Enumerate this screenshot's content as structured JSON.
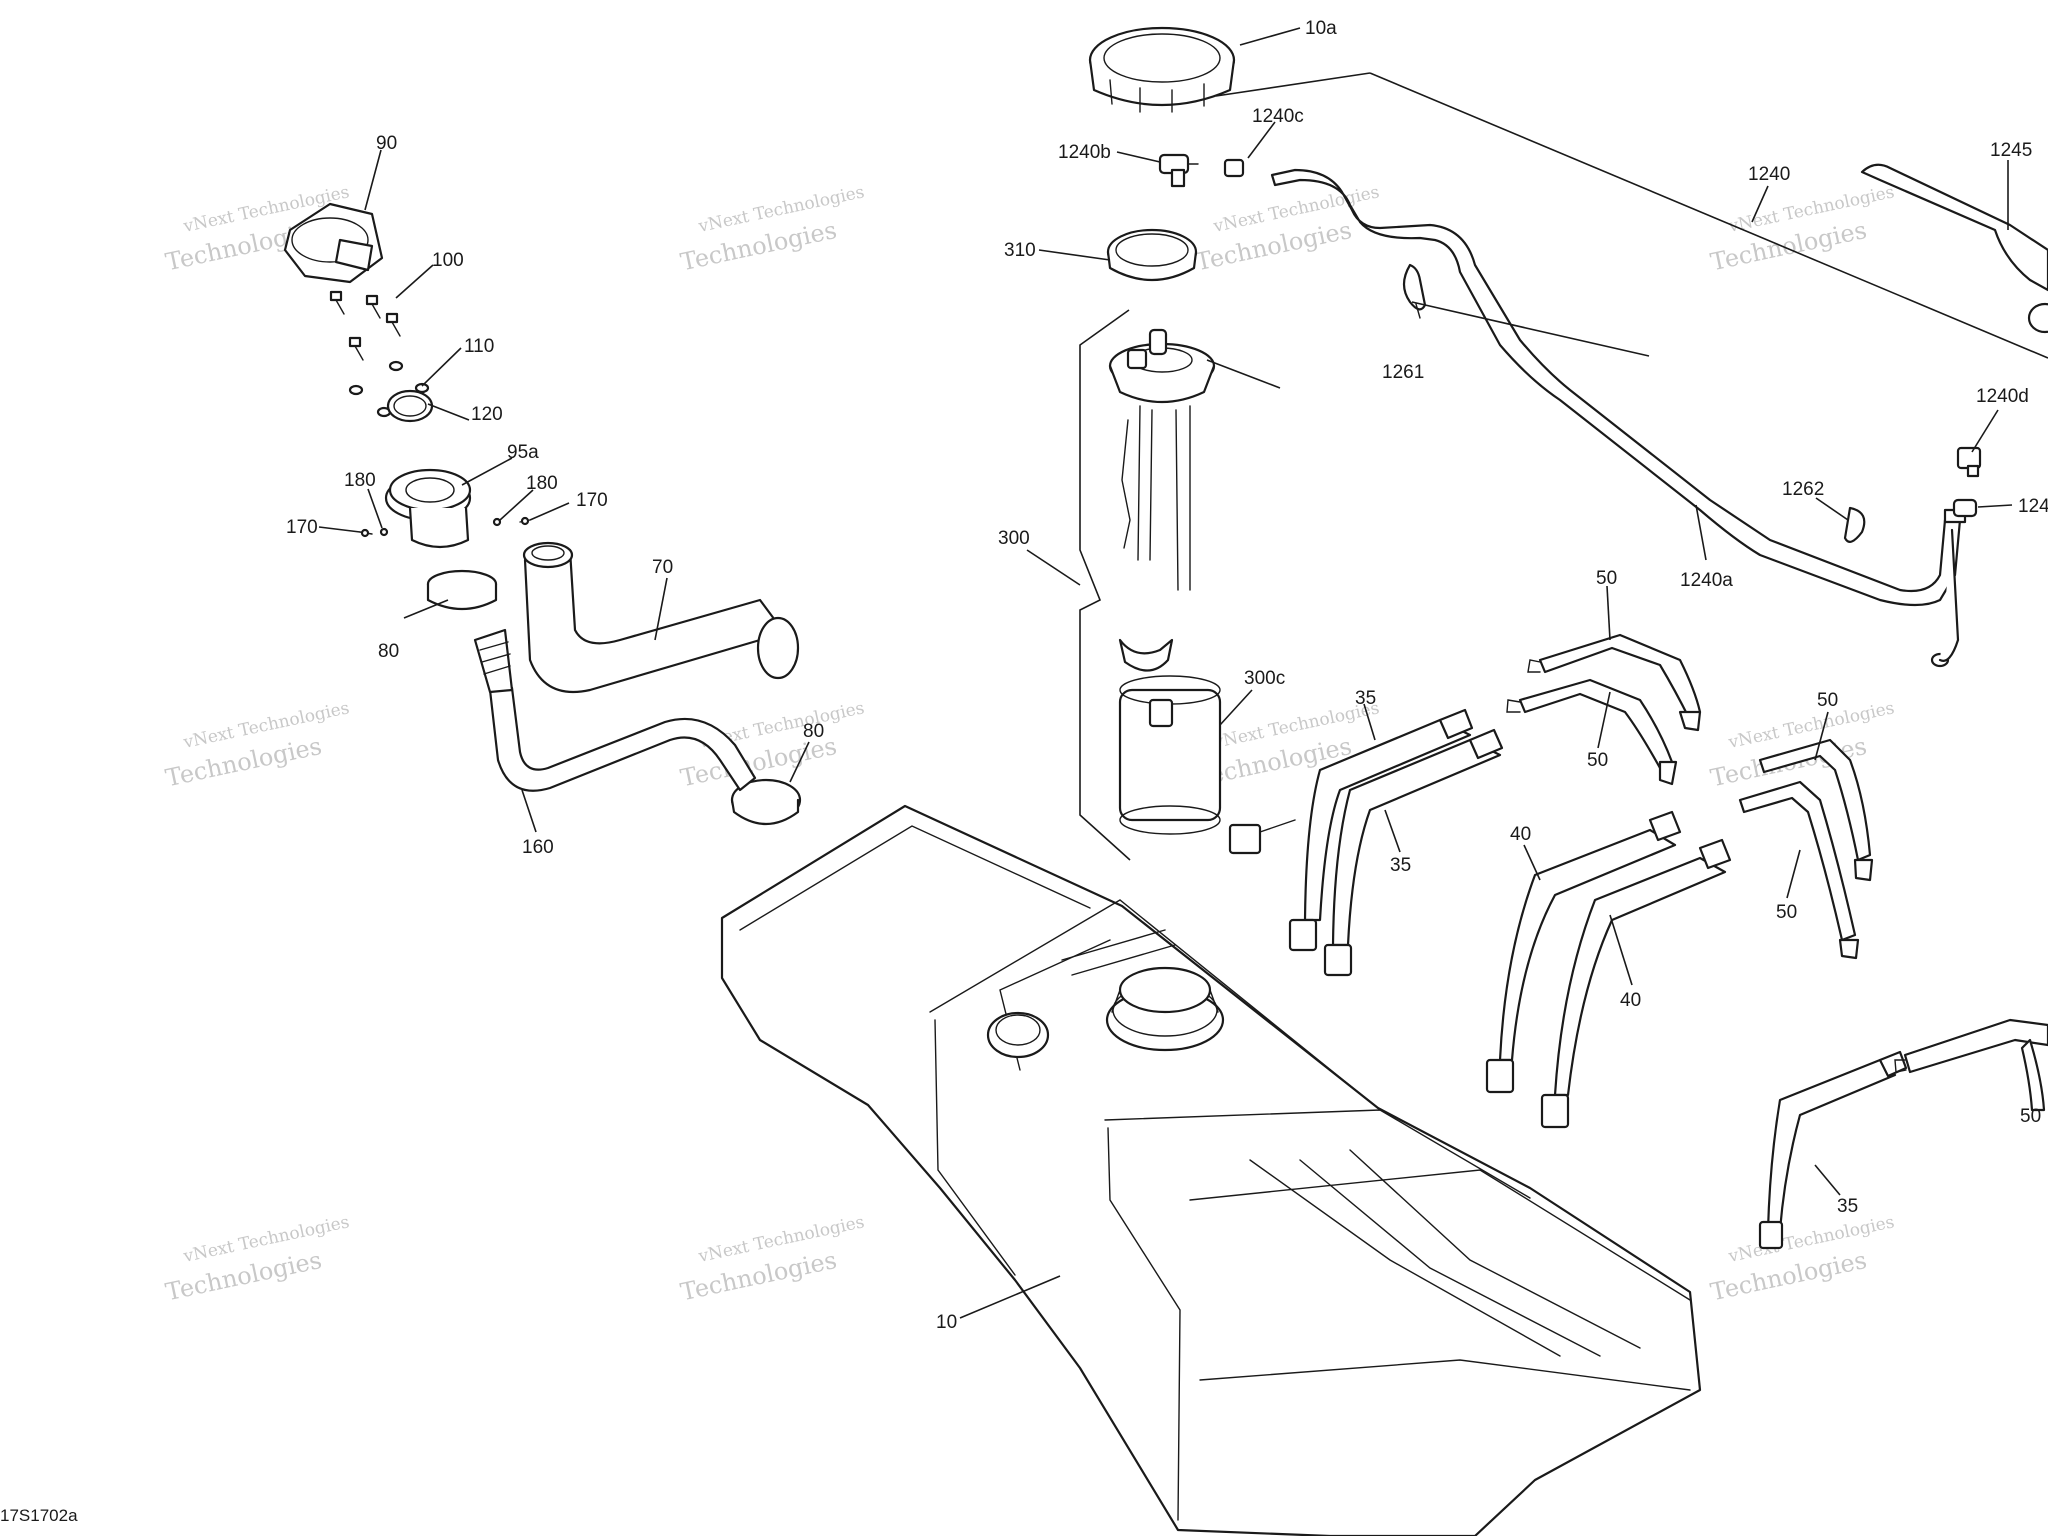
{
  "diagram": {
    "reference_code": "17S1702a",
    "watermark": {
      "line1": "vNext Technologies",
      "line2": "Technologies"
    },
    "callouts": {
      "c10a": "10a",
      "c1240c": "1240c",
      "c1240b": "1240b",
      "c1245": "1245",
      "c1240": "1240",
      "c310": "310",
      "c1261": "1261",
      "c1240d": "1240d",
      "c124x": "124",
      "c1262": "1262",
      "c1240a": "1240a",
      "c300": "300",
      "c300c": "300c",
      "c90": "90",
      "c100": "100",
      "c110": "110",
      "c120": "120",
      "c95a": "95a",
      "c180a": "180",
      "c180b": "180",
      "c170a": "170",
      "c170b": "170",
      "c70": "70",
      "c80a": "80",
      "c80b": "80",
      "c160": "160",
      "c50a": "50",
      "c50b": "50",
      "c50c": "50",
      "c50d": "50",
      "c50e": "50",
      "c35a": "35",
      "c35b": "35",
      "c35c": "35",
      "c40a": "40",
      "c40b": "40",
      "c10": "10"
    }
  }
}
